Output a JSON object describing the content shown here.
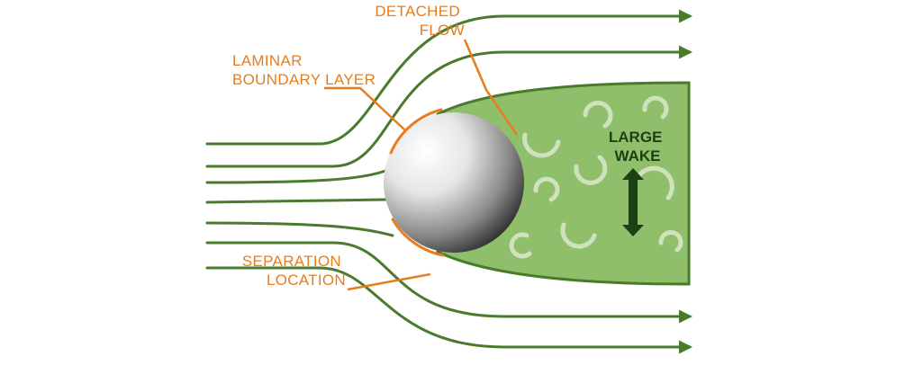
{
  "labels": {
    "detached_flow": [
      "DETACHED",
      "FLOW"
    ],
    "laminar_boundary_layer": [
      "LAMINAR",
      "BOUNDARY LAYER"
    ],
    "separation_location": [
      "SEPARATION",
      "LOCATION"
    ],
    "large_wake": [
      "LARGE",
      "WAKE"
    ]
  },
  "colors": {
    "streamline": "#4a7a2c",
    "wake_fill": "#8fbf6a",
    "wake_edge": "#4a7a2c",
    "eddy": "#dbe9cc",
    "callout": "#e87c1e",
    "wake_text": "#1d3f14"
  }
}
